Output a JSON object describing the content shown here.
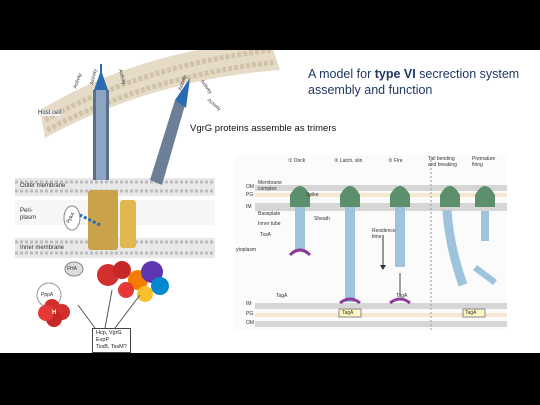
{
  "slide": {
    "title_prefix": "A model for ",
    "title_emphasis": "type VI",
    "title_suffix": " secrection system assembly and function",
    "caption": "VgrG proteins assemble as trimers"
  },
  "left_diagram": {
    "host_cell_label": "Host cell",
    "activity_labels": [
      "Activity",
      "Activity",
      "Activity",
      "Activity",
      "Activity",
      "Activity"
    ],
    "outer_membrane_label": "Outer membrane",
    "periplasm_label": "Peri-\nplasm",
    "inner_membrane_label": "Inner membrane",
    "ppka_label": "PpkA",
    "ppa_label": "PppA",
    "fha_label": "FHA",
    "h_label": "H",
    "legend_box": "Hcp, VgrG\nEvpP\nTssB, TssM?"
  },
  "right_diagram": {
    "steps": [
      "① Dock",
      "② Latch, slin",
      "③ Fire"
    ],
    "extra_headers": [
      "Tail bending\nand breaking",
      "Premature\nfiring"
    ],
    "layer_labels_top": [
      "OM",
      "PG",
      "IM"
    ],
    "layer_labels_bottom": [
      "IM",
      "PG",
      "OM"
    ],
    "part_labels": [
      "Membrane\ncomplex",
      "Spike",
      "Baseplate",
      "Sheath",
      "Inner tube",
      "TssA"
    ],
    "residence_label": "Residence\ntime",
    "cytoplasm_label": "ytoplasm",
    "tag_labels": [
      "TagA",
      "TagA",
      "TagA",
      "TagA"
    ]
  }
}
